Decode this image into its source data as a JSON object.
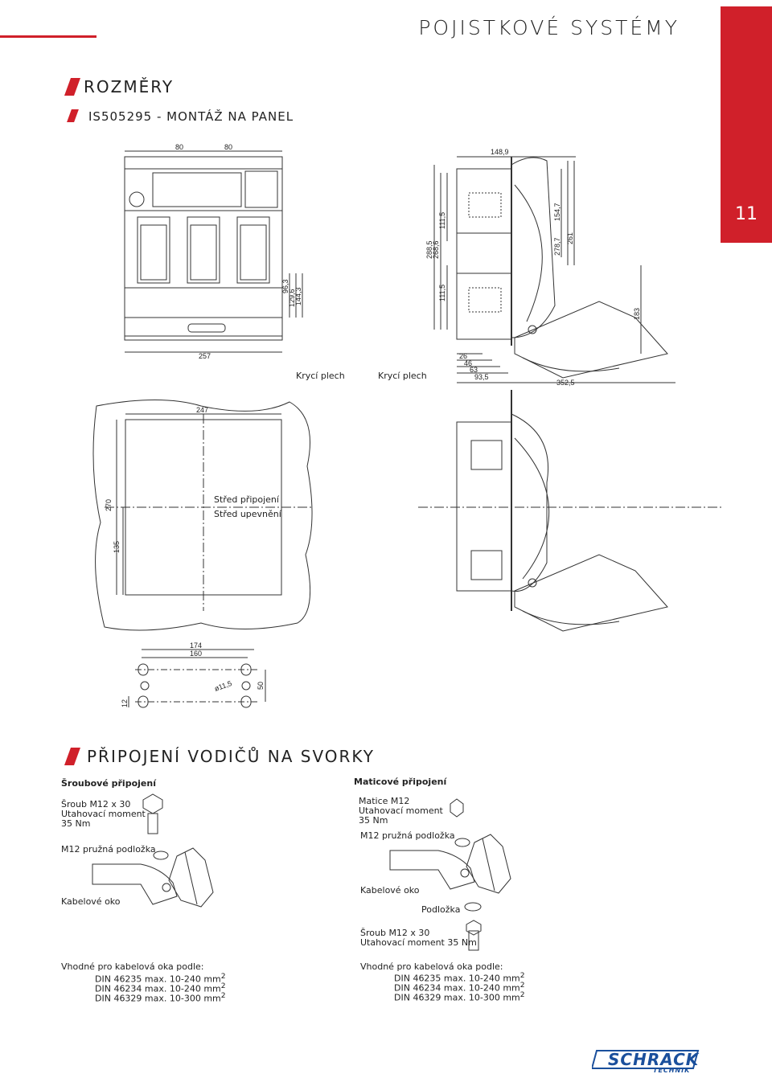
{
  "header": {
    "title": "POJISTKOVÉ SYSTÉMY",
    "tab_number": "11",
    "accent_color": "#d0202a"
  },
  "section1": {
    "title": "ROZMĚRY",
    "subtitle": "IS505295 - MONTÁŽ NA PANEL"
  },
  "drawing_top": {
    "dims": {
      "d80a": "80",
      "d80b": "80",
      "d257": "257",
      "d96_3": "96,3",
      "d129_6": "129,6",
      "d144_3": "144,3",
      "d148_9": "148,9",
      "d288_5": "288,5",
      "d268_6": "268,6",
      "d111_5a": "111,5",
      "d111_5b": "111,5",
      "d154_7": "154,7",
      "d278_7": "278,7",
      "d261": "261",
      "d183": "183",
      "d26": "26",
      "d46": "46",
      "d63": "63",
      "d93_5": "93,5",
      "d352_5": "352,5"
    },
    "label_left": "Krycí plech",
    "label_right": "Krycí plech"
  },
  "drawing_panel": {
    "d247": "247",
    "d270": "270",
    "d135": "135",
    "label_center1": "Střed připojení",
    "label_center2": "Střed upevnění"
  },
  "drawing_holes": {
    "d174": "174",
    "d160": "160",
    "d11_5": "ø11,5",
    "d50": "50",
    "d12": "12"
  },
  "section2": {
    "title": "PŘIPOJENÍ VODIČŮ NA SVORKY"
  },
  "left_conn": {
    "heading": "Šroubové připojení",
    "line1": "Šroub M12 x 30",
    "line2": "Utahovací moment",
    "line3": "35 Nm",
    "washer": "M12 pružná podložka",
    "lug": "Kabelové oko",
    "suitable": "Vhodné pro kabelová oka podle:",
    "rows": [
      "DIN 46235  max. 10-240 mm",
      "DIN 46234  max. 10-240 mm",
      "DIN 46329  max. 10-300 mm"
    ],
    "sup": "2"
  },
  "right_conn": {
    "heading": "Maticové připojení",
    "line1": "Matice M12",
    "line2": "Utahovací moment",
    "line3": "35 Nm",
    "washer": "M12 pružná podložka",
    "lug": "Kabelové oko",
    "pad": "Podložka",
    "bolt1": "Šroub  M12 x 30",
    "bolt2": "Utahovací moment 35 Nm",
    "suitable": "Vhodné pro kabelová oka podle:",
    "rows": [
      "DIN 46235  max. 10-240 mm",
      "DIN 46234  max. 10-240 mm",
      "DIN 46329  max. 10-300 mm"
    ],
    "sup": "2"
  },
  "logo": {
    "main": "SCHRACK",
    "sub": "TECHNIK",
    "color": "#1a4f9c"
  }
}
